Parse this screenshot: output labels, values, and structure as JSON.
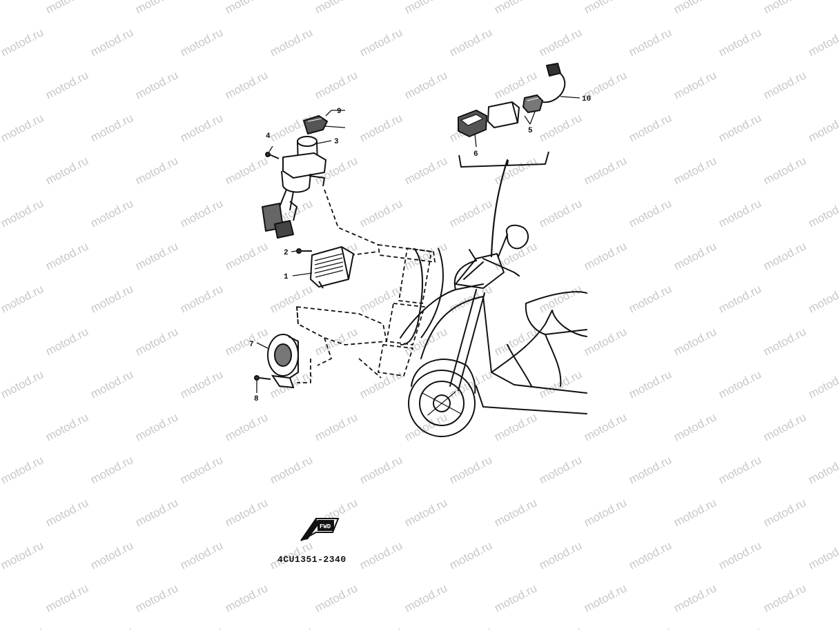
{
  "watermark": {
    "text": "motod.ru"
  },
  "diagram": {
    "part_code": "4CU1351-2340",
    "fwd_label": "FWD",
    "callouts": [
      {
        "id": "c1",
        "label": "1"
      },
      {
        "id": "c2",
        "label": "2"
      },
      {
        "id": "c3",
        "label": "3"
      },
      {
        "id": "c4",
        "label": "4"
      },
      {
        "id": "c5",
        "label": "5"
      },
      {
        "id": "c6",
        "label": "6"
      },
      {
        "id": "c7",
        "label": "7"
      },
      {
        "id": "c8",
        "label": "8"
      },
      {
        "id": "c9",
        "label": "9"
      },
      {
        "id": "c10",
        "label": "10"
      }
    ]
  }
}
